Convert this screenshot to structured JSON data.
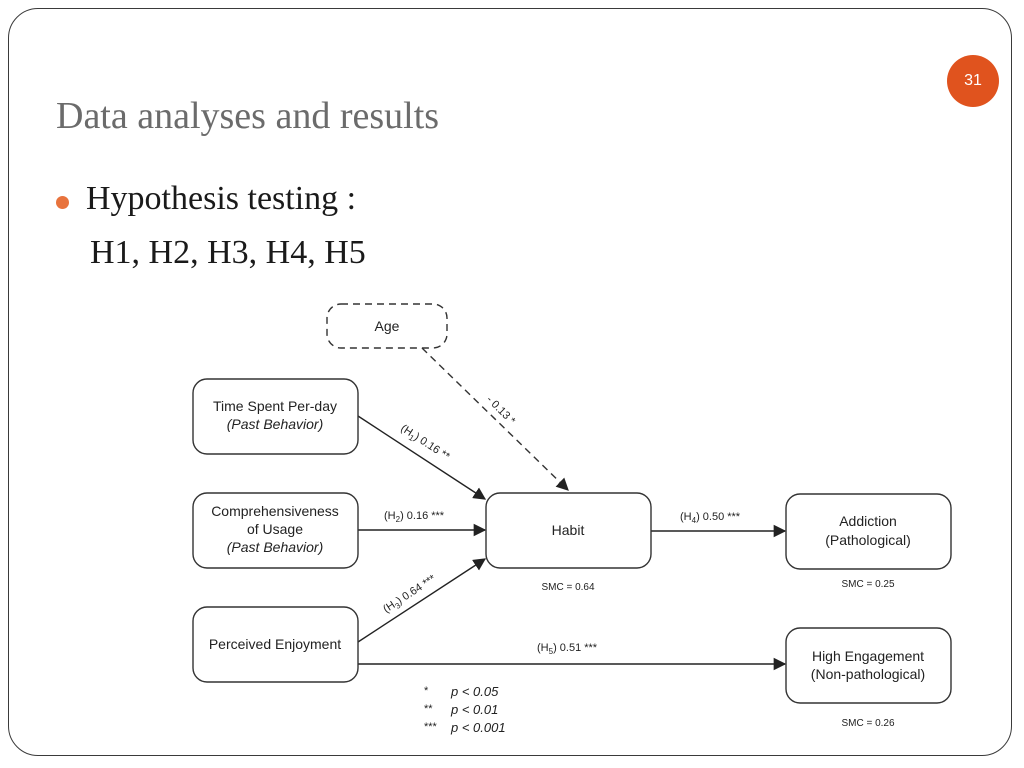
{
  "slide": {
    "page_number": "31",
    "title": "Data analyses and results",
    "bullet": "Hypothesis testing :",
    "bullet_sub": "H1, H2, H3, H4, H5"
  },
  "diagram": {
    "nodes": {
      "age": "Age",
      "time_spent": [
        "Time Spent Per-day",
        "(Past Behavior)"
      ],
      "comprehensiveness": [
        "Comprehensiveness",
        "of Usage",
        "(Past Behavior)"
      ],
      "enjoyment": "Perceived Enjoyment",
      "habit": "Habit",
      "addiction": [
        "Addiction",
        "(Pathological)"
      ],
      "engagement": [
        "High Engagement",
        "(Non-pathological)"
      ]
    },
    "edges": {
      "age": "- 0.13 *",
      "h1": [
        "(H",
        "1",
        ") 0.16 **"
      ],
      "h2": [
        "(H",
        "2",
        ") 0.16 ***"
      ],
      "h3": [
        "(H",
        "3",
        ") 0.64 ***"
      ],
      "h4": [
        "(H",
        "4",
        ") 0.50 ***"
      ],
      "h5": [
        "(H",
        "5",
        ") 0.51 ***"
      ]
    },
    "smc": {
      "habit": "SMC = 0.64",
      "addiction": "SMC = 0.25",
      "engagement": "SMC = 0.26"
    },
    "legend": [
      {
        "stars": "*",
        "text": "p < 0.05"
      },
      {
        "stars": "**",
        "text": "p < 0.01"
      },
      {
        "stars": "***",
        "text": "p < 0.001"
      }
    ]
  }
}
